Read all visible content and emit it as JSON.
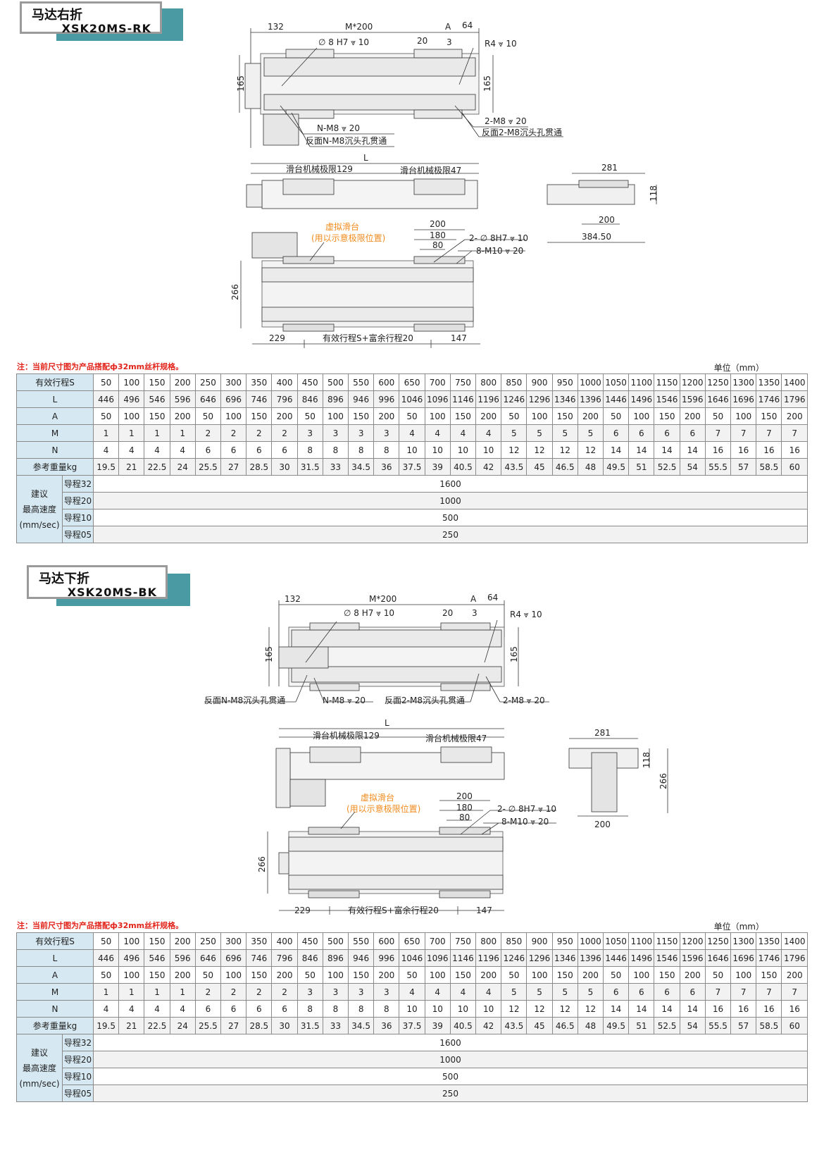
{
  "sections": [
    {
      "title_cn": "马达右折",
      "model": "XSK20MS-RK",
      "drawing": {
        "dim_132": "132",
        "dim_m200": "M*200",
        "dim_a": "A",
        "dim_64": "64",
        "hole_dia": "∅ 8 H7 ⩔ 10",
        "dim_20": "20",
        "dim_3": "3",
        "r4": "R4 ⩔ 10",
        "dim_165": "165",
        "nm8": "N-M8 ⩔ 20",
        "rev_nm8": "反面N-M8沉头孔贯通",
        "m8_2": "2-M8 ⩔ 20",
        "rev_2m8": "反面2-M8沉头孔贯通",
        "dim_l": "L",
        "limit129": "滑台机械极限129",
        "limit47": "滑台机械极限47",
        "dim_281": "281",
        "dim_118": "118",
        "dim_200": "200",
        "dim_38450": "384.50",
        "virtual_slide": "虚拟滑台",
        "virtual_slide_note": "(用以示意极限位置)",
        "dim_180": "180",
        "dim_80": "80",
        "dia_2": "2- ∅ 8H7 ⩔ 10",
        "m10_8": "8-M10 ⩔ 20",
        "dim_266": "266",
        "dim_229": "229",
        "stroke": "有效行程S+富余行程20",
        "dim_147": "147"
      }
    },
    {
      "title_cn": "马达下折",
      "model": "XSK20MS-BK",
      "drawing": {
        "dim_132": "132",
        "dim_m200": "M*200",
        "dim_a": "A",
        "dim_64": "64",
        "hole_dia": "∅ 8 H7 ⩔ 10",
        "dim_20": "20",
        "dim_3": "3",
        "r4": "R4 ⩔ 10",
        "dim_165": "165",
        "rev_nm8": "反面N-M8沉头孔贯通",
        "nm8": "N-M8 ⩔ 20",
        "rev_2m8": "反面2-M8沉头孔贯通",
        "m8_2": "2-M8 ⩔ 20",
        "dim_l": "L",
        "limit129": "滑台机械极限129",
        "limit47": "滑台机械极限47",
        "dim_281": "281",
        "dim_118": "118",
        "dim_266": "266",
        "dim_200": "200",
        "virtual_slide": "虚拟滑台",
        "virtual_slide_note": "(用以示意极限位置)",
        "dim_180": "180",
        "dim_80": "80",
        "dia_2": "2- ∅ 8H7 ⩔ 10",
        "m10_8": "8-M10 ⩔ 20",
        "dim_229": "229",
        "stroke": "有效行程S+富余行程20",
        "dim_147": "147"
      }
    }
  ],
  "note": "注：当前尺寸图为产品搭配ф32mm丝杆规格。",
  "unit": "单位（mm）",
  "table": {
    "rows": [
      {
        "label": "有效行程S",
        "values": [
          "50",
          "100",
          "150",
          "200",
          "250",
          "300",
          "350",
          "400",
          "450",
          "500",
          "550",
          "600",
          "650",
          "700",
          "750",
          "800",
          "850",
          "900",
          "950",
          "1000",
          "1050",
          "1100",
          "1150",
          "1200",
          "1250",
          "1300",
          "1350",
          "1400"
        ]
      },
      {
        "label": "L",
        "values": [
          "446",
          "496",
          "546",
          "596",
          "646",
          "696",
          "746",
          "796",
          "846",
          "896",
          "946",
          "996",
          "1046",
          "1096",
          "1146",
          "1196",
          "1246",
          "1296",
          "1346",
          "1396",
          "1446",
          "1496",
          "1546",
          "1596",
          "1646",
          "1696",
          "1746",
          "1796"
        ]
      },
      {
        "label": "A",
        "values": [
          "50",
          "100",
          "150",
          "200",
          "50",
          "100",
          "150",
          "200",
          "50",
          "100",
          "150",
          "200",
          "50",
          "100",
          "150",
          "200",
          "50",
          "100",
          "150",
          "200",
          "50",
          "100",
          "150",
          "200",
          "50",
          "100",
          "150",
          "200"
        ]
      },
      {
        "label": "M",
        "values": [
          "1",
          "1",
          "1",
          "1",
          "2",
          "2",
          "2",
          "2",
          "3",
          "3",
          "3",
          "3",
          "4",
          "4",
          "4",
          "4",
          "5",
          "5",
          "5",
          "5",
          "6",
          "6",
          "6",
          "6",
          "7",
          "7",
          "7",
          "7"
        ]
      },
      {
        "label": "N",
        "values": [
          "4",
          "4",
          "4",
          "4",
          "6",
          "6",
          "6",
          "6",
          "8",
          "8",
          "8",
          "8",
          "10",
          "10",
          "10",
          "10",
          "12",
          "12",
          "12",
          "12",
          "14",
          "14",
          "14",
          "14",
          "16",
          "16",
          "16",
          "16"
        ]
      },
      {
        "label": "参考重量kg",
        "values": [
          "19.5",
          "21",
          "22.5",
          "24",
          "25.5",
          "27",
          "28.5",
          "30",
          "31.5",
          "33",
          "34.5",
          "36",
          "37.5",
          "39",
          "40.5",
          "42",
          "43.5",
          "45",
          "46.5",
          "48",
          "49.5",
          "51",
          "52.5",
          "54",
          "55.5",
          "57",
          "58.5",
          "60"
        ]
      }
    ],
    "speed_group_lines": [
      "建议",
      "最高速度",
      "(mm/sec)"
    ],
    "speed_rows": [
      {
        "lead": "导程32",
        "value": "1600"
      },
      {
        "lead": "导程20",
        "value": "1000"
      },
      {
        "lead": "导程10",
        "value": "500"
      },
      {
        "lead": "导程05",
        "value": "250"
      }
    ]
  }
}
